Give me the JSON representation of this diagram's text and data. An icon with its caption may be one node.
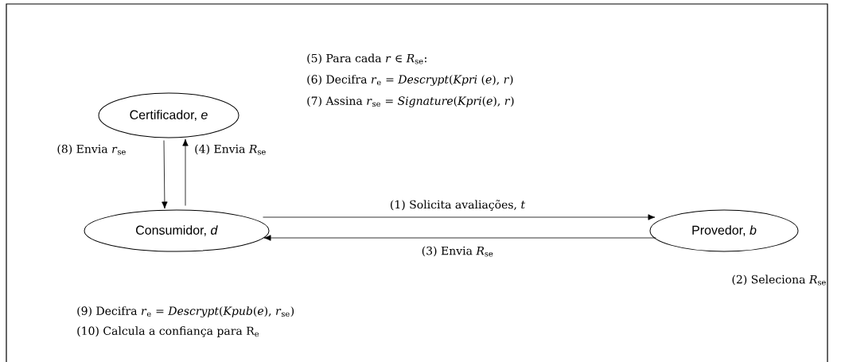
{
  "diagram": {
    "nodes": [
      {
        "text": [
          "Certificador, *e*"
        ]
      },
      {
        "text": [
          "Consumidor, *d*"
        ]
      },
      {
        "text": [
          "Provedor, *b*"
        ]
      }
    ],
    "edges": [
      {
        "from": 0,
        "to": 1,
        "arrow": "to",
        "label": "(8) Envia *r*$_{se}$"
      },
      {
        "from": 1,
        "to": 0,
        "arrow": "to",
        "label": "(4) Envia *R*$_{se}$"
      },
      {
        "from": 1,
        "to": 2,
        "arrow": "to",
        "label": "(1) Solicita avaliações, *t*"
      },
      {
        "from": 2,
        "to": 1,
        "arrow": "to",
        "label": "(3) Envia *R*$_{se}$"
      }
    ],
    "labels": [
      "(5) Para cada *r* ∈ *R*$_{se}$:",
      "(6) Decifra *r*$_{e}$ = *Descrypt*(*Kpri* (*e*), *r*)",
      "(7) Assina *r*$_{se}$ = *Signature*(*Kpri*(*e*), *r*)",
      "(2) Seleciona *R*$_{se}$",
      "(9) Decifra *r*$_{e}$ = *Descrypt*(*Kpub*(*e*), *r*$_{se}$)",
      "(10) Calcula a confiança para R$_{e}$"
    ]
  }
}
